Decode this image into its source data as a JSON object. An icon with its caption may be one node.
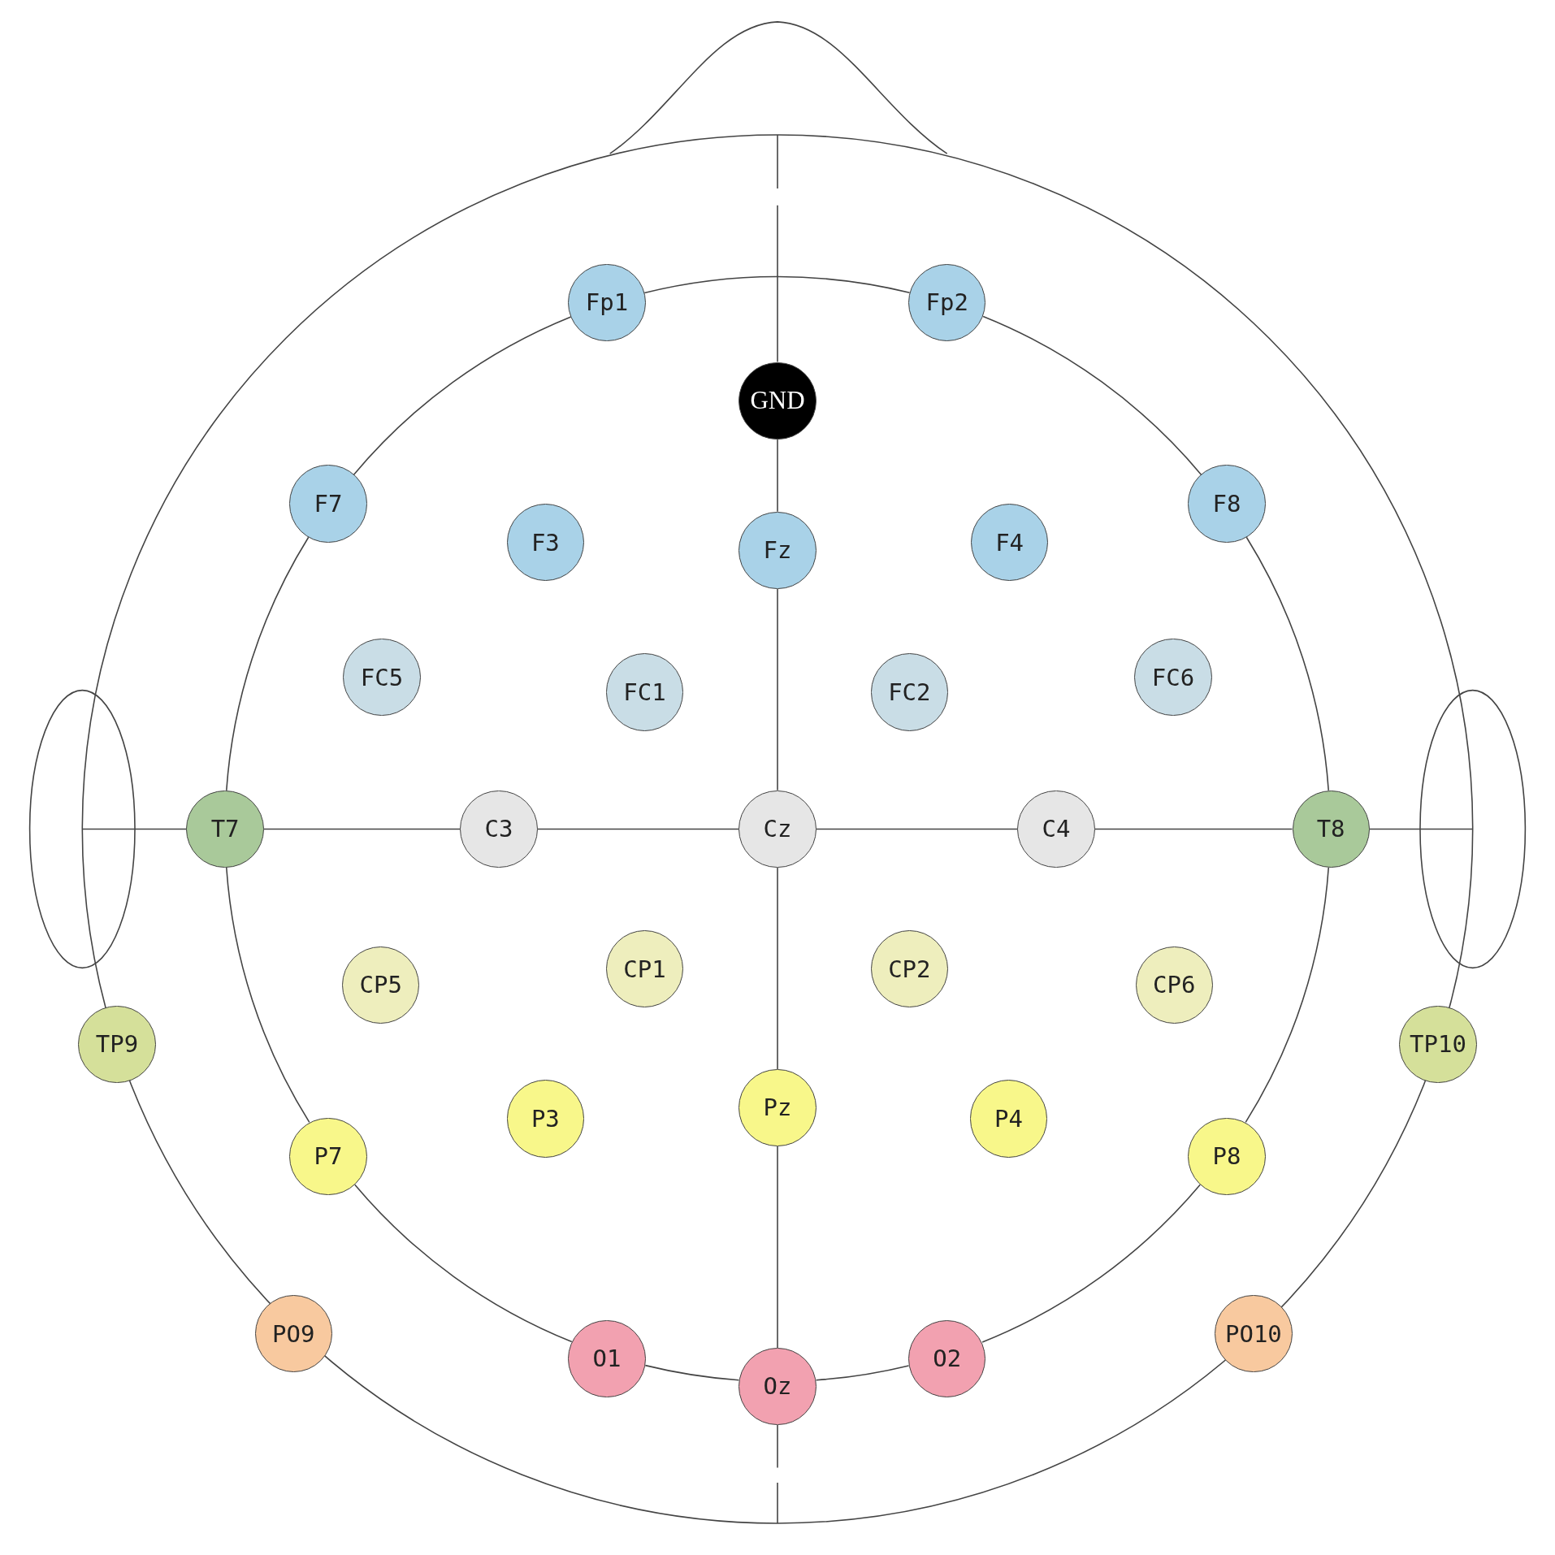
{
  "diagram": {
    "nodes": [
      {
        "text": [
          "GND"
        ]
      },
      {
        "text": [
          "Fp1"
        ]
      },
      {
        "text": [
          "Fp2"
        ]
      },
      {
        "text": [
          "F7"
        ]
      },
      {
        "text": [
          "F3"
        ]
      },
      {
        "text": [
          "Fz"
        ]
      },
      {
        "text": [
          "F4"
        ]
      },
      {
        "text": [
          "F8"
        ]
      },
      {
        "text": [
          "FC5"
        ]
      },
      {
        "text": [
          "FC1"
        ]
      },
      {
        "text": [
          "FC2"
        ]
      },
      {
        "text": [
          "FC6"
        ]
      },
      {
        "text": [
          "T7"
        ]
      },
      {
        "text": [
          "C3"
        ]
      },
      {
        "text": [
          "Cz"
        ]
      },
      {
        "text": [
          "C4"
        ]
      },
      {
        "text": [
          "T8"
        ]
      },
      {
        "text": [
          "TP9"
        ]
      },
      {
        "text": [
          "CP5"
        ]
      },
      {
        "text": [
          "CP1"
        ]
      },
      {
        "text": [
          "CP2"
        ]
      },
      {
        "text": [
          "CP6"
        ]
      },
      {
        "text": [
          "TP10"
        ]
      },
      {
        "text": [
          "P7"
        ]
      },
      {
        "text": [
          "P3"
        ]
      },
      {
        "text": [
          "Pz"
        ]
      },
      {
        "text": [
          "P4"
        ]
      },
      {
        "text": [
          "P8"
        ]
      },
      {
        "text": [
          "PO9"
        ]
      },
      {
        "text": [
          "O1"
        ]
      },
      {
        "text": [
          "Oz"
        ]
      },
      {
        "text": [
          "O2"
        ]
      },
      {
        "text": [
          "PO10"
        ]
      }
    ],
    "edges": [
      {
        "from": 1,
        "to": 2,
        "arrow": "none"
      },
      {
        "from": 2,
        "to": 7,
        "arrow": "none"
      },
      {
        "from": 7,
        "to": 16,
        "arrow": "none"
      },
      {
        "from": 16,
        "to": 27,
        "arrow": "none"
      },
      {
        "from": 27,
        "to": 31,
        "arrow": "none"
      },
      {
        "from": 31,
        "to": 30,
        "arrow": "none"
      },
      {
        "from": 30,
        "to": 29,
        "arrow": "none"
      },
      {
        "from": 29,
        "to": 23,
        "arrow": "none"
      },
      {
        "from": 23,
        "to": 12,
        "arrow": "none"
      },
      {
        "from": 12,
        "to": 3,
        "arrow": "none"
      },
      {
        "from": 3,
        "to": 1,
        "arrow": "none"
      },
      {
        "from": 0,
        "to": 5,
        "arrow": "none"
      },
      {
        "from": 5,
        "to": 14,
        "arrow": "none"
      },
      {
        "from": 14,
        "to": 25,
        "arrow": "none"
      },
      {
        "from": 25,
        "to": 30,
        "arrow": "none"
      },
      {
        "from": 12,
        "to": 13,
        "arrow": "none"
      },
      {
        "from": 13,
        "to": 14,
        "arrow": "none"
      },
      {
        "from": 14,
        "to": 15,
        "arrow": "none"
      },
      {
        "from": 15,
        "to": 16,
        "arrow": "none"
      }
    ]
  }
}
